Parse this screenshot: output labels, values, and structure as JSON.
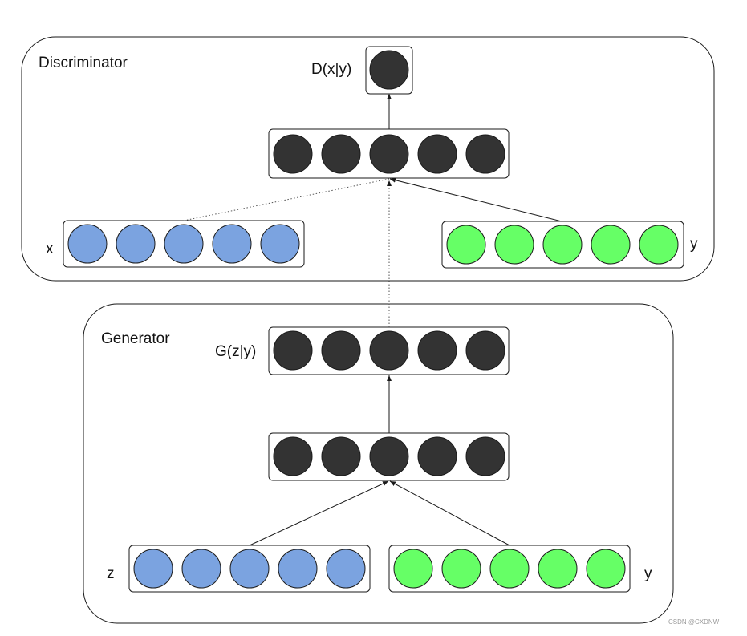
{
  "colors": {
    "hidden_node": "#333333",
    "blue_node": "#7ba3e0",
    "green_node": "#66ff66"
  },
  "discriminator": {
    "title": "Discriminator",
    "output_label": "D(x|y)",
    "output_layer": {
      "nodes": 1,
      "color": "hidden_node"
    },
    "hidden_layer": {
      "nodes": 5,
      "color": "hidden_node"
    },
    "input_x": {
      "label": "x",
      "nodes": 5,
      "color": "blue_node"
    },
    "input_y": {
      "label": "y",
      "nodes": 5,
      "color": "green_node"
    }
  },
  "generator": {
    "title": "Generator",
    "output_label": "G(z|y)",
    "output_layer": {
      "nodes": 5,
      "color": "hidden_node"
    },
    "hidden_layer": {
      "nodes": 5,
      "color": "hidden_node"
    },
    "input_z": {
      "label": "z",
      "nodes": 5,
      "color": "blue_node"
    },
    "input_y": {
      "label": "y",
      "nodes": 5,
      "color": "green_node"
    }
  },
  "watermark": "CSDN @CXDNW"
}
